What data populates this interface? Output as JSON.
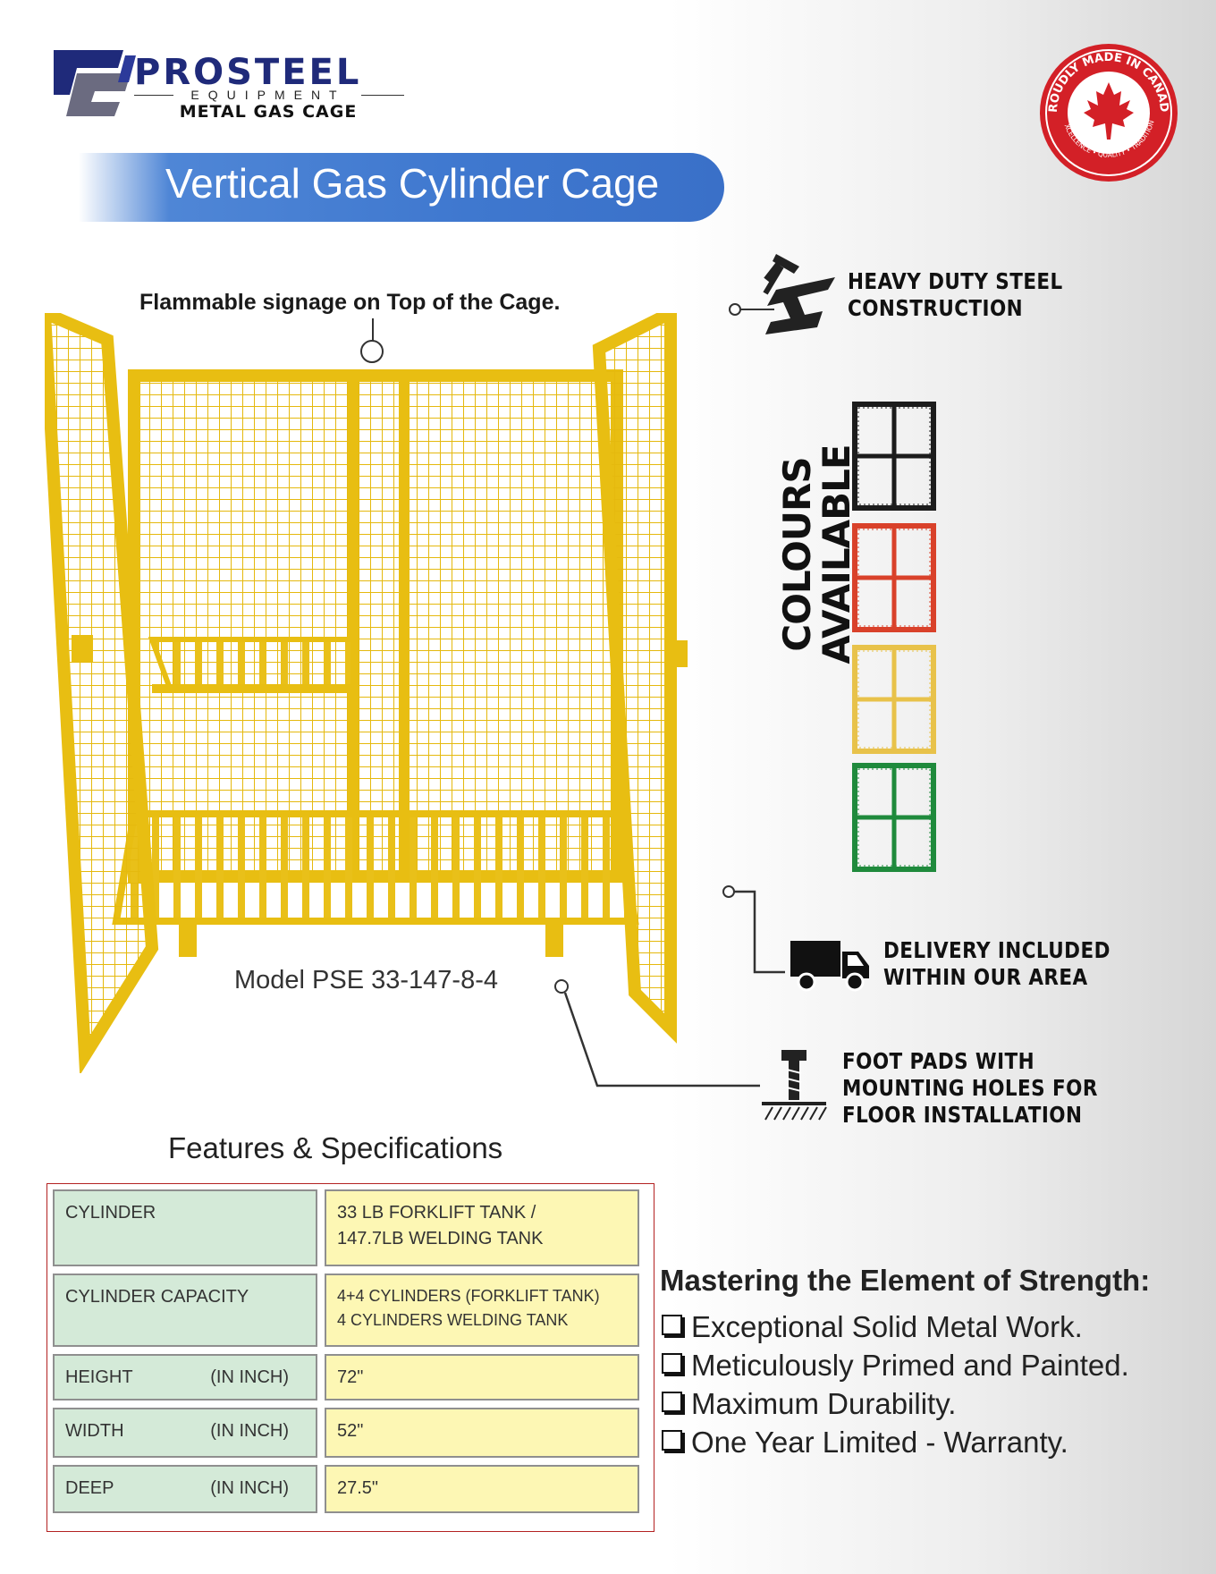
{
  "brand": {
    "name": "PROSTEEL",
    "subtitle": "EQUIPMENT",
    "tagline": "METAL GAS CAGE",
    "colors": {
      "navy": "#1f2a7a",
      "accent_blue": "#3f78cf"
    }
  },
  "badge": {
    "top_text": "PROUDLY MADE IN CANADA",
    "bottom_text": "EXCELLENCE • QUALITY • TRADITION",
    "color": "#d32027"
  },
  "title": "Vertical Gas Cylinder Cage",
  "signage_note": "Flammable signage on Top of the Cage.",
  "model": "Model PSE 33-147-8-4",
  "features": {
    "heavy_duty": {
      "line1": "HEAVY DUTY STEEL",
      "line2": "CONSTRUCTION",
      "icon": "hammer-beam-icon"
    },
    "colours": {
      "line1": "COLOURS",
      "line2": "AVAILABLE",
      "swatches": [
        {
          "name": "black",
          "color": "#1c1c1c"
        },
        {
          "name": "red",
          "color": "#d9412a"
        },
        {
          "name": "yellow",
          "color": "#e8c24a"
        },
        {
          "name": "green",
          "color": "#1f8a3c"
        }
      ]
    },
    "delivery": {
      "line1": "DELIVERY INCLUDED",
      "line2": "WITHIN OUR AREA",
      "icon": "truck-icon"
    },
    "foot_pads": {
      "line1": "FOOT PADS WITH",
      "line2": "MOUNTING HOLES FOR",
      "line3": "FLOOR INSTALLATION",
      "icon": "bolt-icon"
    }
  },
  "specs": {
    "heading": "Features & Specifications",
    "rows": [
      {
        "label": "CYLINDER",
        "unit": "",
        "value_line1": "33 LB  FORKLIFT TANK /",
        "value_line2": "147.7LB  WELDING TANK"
      },
      {
        "label": "CYLINDER CAPACITY",
        "unit": "",
        "value_line1": "4+4 CYLINDERS (FORKLIFT  TANK)",
        "value_line2": "4 CYLINDERS WELDING TANK"
      },
      {
        "label": "HEIGHT",
        "unit": "(IN INCH)",
        "value_line1": "72\"",
        "value_line2": ""
      },
      {
        "label": "WIDTH",
        "unit": "(IN INCH)",
        "value_line1": "52\"",
        "value_line2": ""
      },
      {
        "label": "DEEP",
        "unit": "(IN INCH)",
        "value_line1": "27.5\"",
        "value_line2": ""
      }
    ],
    "colors": {
      "label_bg": "#d4ead8",
      "value_bg": "#fdf7b4",
      "border": "#b32222"
    }
  },
  "strength": {
    "title": "Mastering the Element of Strength:",
    "items": [
      "Exceptional Solid Metal Work.",
      "Meticulously Primed and Painted.",
      "Maximum Durability.",
      "One Year Limited - Warranty."
    ]
  }
}
